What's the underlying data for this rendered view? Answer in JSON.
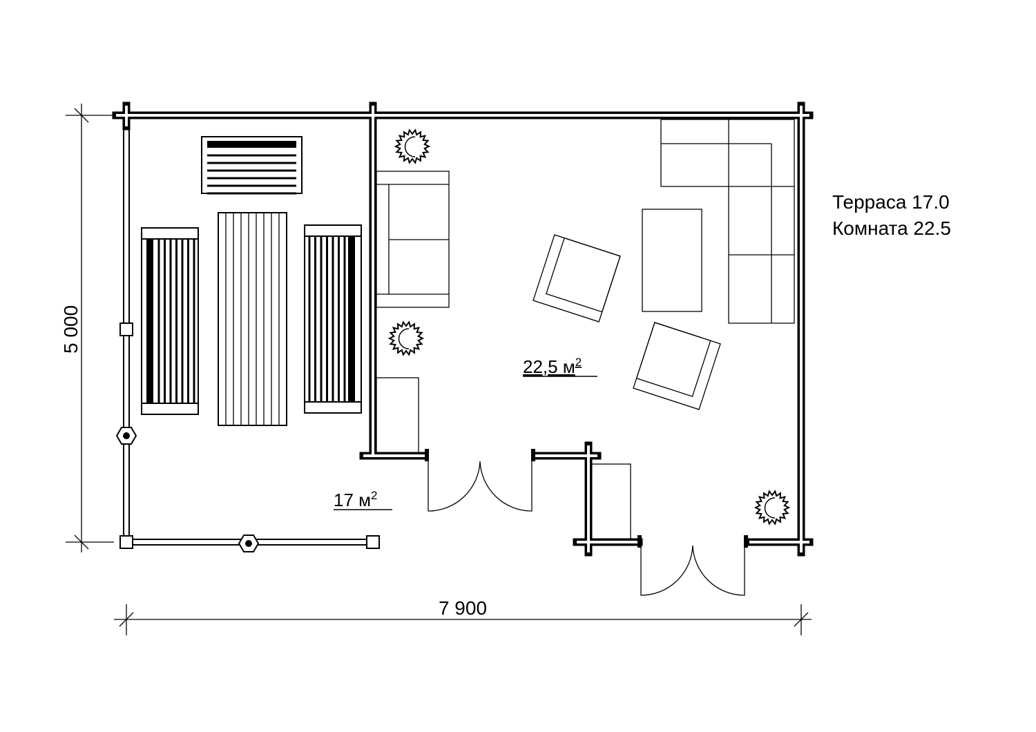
{
  "legend": {
    "terrace": "Терраса 17.0",
    "room": "Комната 22.5"
  },
  "rooms": {
    "room_area": "22,5 м",
    "room_area_sup": "2",
    "terrace_area": "17 м",
    "terrace_area_sup": "2"
  },
  "dimensions": {
    "height": "5 000",
    "width": "7 900"
  }
}
